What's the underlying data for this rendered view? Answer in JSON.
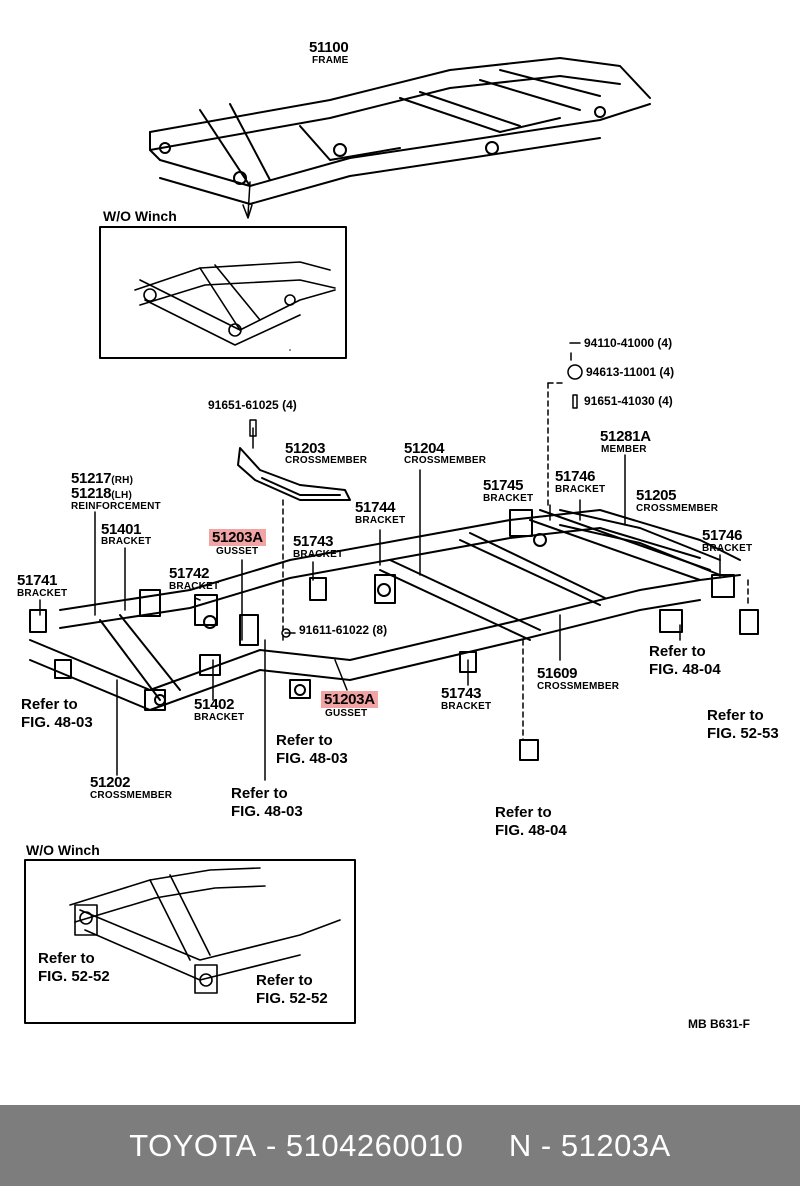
{
  "footer": {
    "brand": "TOYOTA",
    "part_number": "5104260010",
    "callout": "N - 51203A",
    "separator": " - "
  },
  "figure_code": "MB  B631-F",
  "insets": {
    "top_title": "W/O Winch",
    "bottom_title": "W/O Winch"
  },
  "highlight_color": "#f2a4a4",
  "parts": [
    {
      "id": "p51100",
      "number": "51100",
      "name": "FRAME"
    },
    {
      "id": "p51203",
      "number": "51203",
      "name": "CROSSMEMBER"
    },
    {
      "id": "p51204",
      "number": "51204",
      "name": "CROSSMEMBER"
    },
    {
      "id": "p51281a",
      "number": "51281A",
      "name": "MEMBER"
    },
    {
      "id": "p51746a",
      "number": "51746",
      "name": "BRACKET"
    },
    {
      "id": "p51745",
      "number": "51745",
      "name": "BRACKET"
    },
    {
      "id": "p51205",
      "number": "51205",
      "name": "CROSSMEMBER"
    },
    {
      "id": "p51746b",
      "number": "51746",
      "name": "BRACKET"
    },
    {
      "id": "p51744",
      "number": "51744",
      "name": "BRACKET"
    },
    {
      "id": "p51217",
      "number": "51217",
      "suffix": "(RH)"
    },
    {
      "id": "p51218",
      "number": "51218",
      "suffix": "(LH)",
      "name": "REINFORCEMENT"
    },
    {
      "id": "p51401",
      "number": "51401",
      "name": "BRACKET"
    },
    {
      "id": "p51203a_1",
      "number": "51203A",
      "name": "GUSSET",
      "highlighted": true
    },
    {
      "id": "p51743a",
      "number": "51743",
      "name": "BRACKET"
    },
    {
      "id": "p51741",
      "number": "51741",
      "name": "BRACKET"
    },
    {
      "id": "p51742",
      "number": "51742",
      "name": "BRACKET"
    },
    {
      "id": "p51402",
      "number": "51402",
      "name": "BRACKET"
    },
    {
      "id": "p51203a_2",
      "number": "51203A",
      "name": "GUSSET",
      "highlighted": true
    },
    {
      "id": "p51743b",
      "number": "51743",
      "name": "BRACKET"
    },
    {
      "id": "p51609",
      "number": "51609",
      "name": "CROSSMEMBER"
    },
    {
      "id": "p51202",
      "number": "51202",
      "name": "CROSSMEMBER"
    }
  ],
  "fasteners": [
    {
      "id": "f1",
      "text": "94110-41000 (4)"
    },
    {
      "id": "f2",
      "text": "94613-11001 (4)"
    },
    {
      "id": "f3",
      "text": "91651-41030 (4)"
    },
    {
      "id": "f4",
      "text": "91651-61025 (4)"
    },
    {
      "id": "f5",
      "text": "91611-61022 (8)"
    }
  ],
  "references": [
    {
      "id": "r1",
      "line1": "Refer to",
      "line2": "FIG. 48-03"
    },
    {
      "id": "r2",
      "line1": "Refer to",
      "line2": "FIG. 48-03"
    },
    {
      "id": "r3",
      "line1": "Refer to",
      "line2": "FIG. 48-03"
    },
    {
      "id": "r4",
      "line1": "Refer to",
      "line2": "FIG. 48-04"
    },
    {
      "id": "r5",
      "line1": "Refer to",
      "line2": "FIG. 48-04"
    },
    {
      "id": "r6",
      "line1": "Refer to",
      "line2": "FIG. 52-53"
    },
    {
      "id": "r7",
      "line1": "Refer to",
      "line2": "FIG. 52-52"
    },
    {
      "id": "r8",
      "line1": "Refer to",
      "line2": "FIG. 52-52"
    }
  ]
}
